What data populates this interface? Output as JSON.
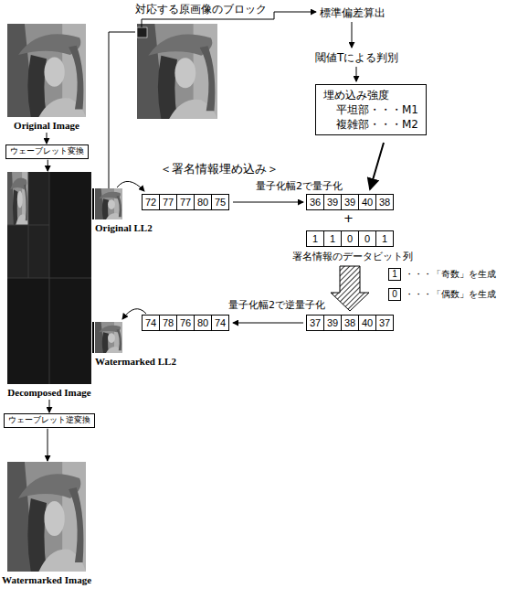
{
  "diagram": {
    "nodes": [
      {
        "text": [
          "Original Image"
        ]
      },
      {
        "text": [
          "ウェーブレット変換"
        ]
      },
      {
        "text": [
          "Decomposed Image"
        ]
      },
      {
        "text": [
          "Original LL2"
        ]
      },
      {
        "text": [
          "Watermarked LL2"
        ]
      },
      {
        "text": [
          "ウェーブレット逆変換"
        ]
      },
      {
        "text": [
          "Watermarked Image"
        ]
      },
      {
        "text": [
          "埋め込み強度",
          "平坦部・・・M1",
          "複雑部・・・M2"
        ]
      }
    ],
    "edges": [
      {
        "from": 0,
        "to": 1,
        "arrow": "to"
      },
      {
        "from": 1,
        "to": 2,
        "arrow": "to"
      },
      {
        "from": 2,
        "to": 5,
        "arrow": "to"
      },
      {
        "from": 5,
        "to": 6,
        "arrow": "to"
      }
    ],
    "labels": [
      "対応する原画像のブロック",
      "標準偏差算出",
      "閾値Tによる判別",
      "＜署名情報埋め込み＞",
      "量子化幅2で量子化",
      "72",
      "77",
      "77",
      "80",
      "75",
      "36",
      "39",
      "39",
      "40",
      "38",
      "+",
      "1",
      "1",
      "0",
      "0",
      "1",
      "署名情報のデータビット列",
      "1",
      "・・・「奇数」を生成",
      "0",
      "・・・「偶数」を生成",
      "量子化幅2で逆量子化",
      "74",
      "78",
      "76",
      "80",
      "74",
      "37",
      "39",
      "38",
      "40",
      "37"
    ]
  }
}
